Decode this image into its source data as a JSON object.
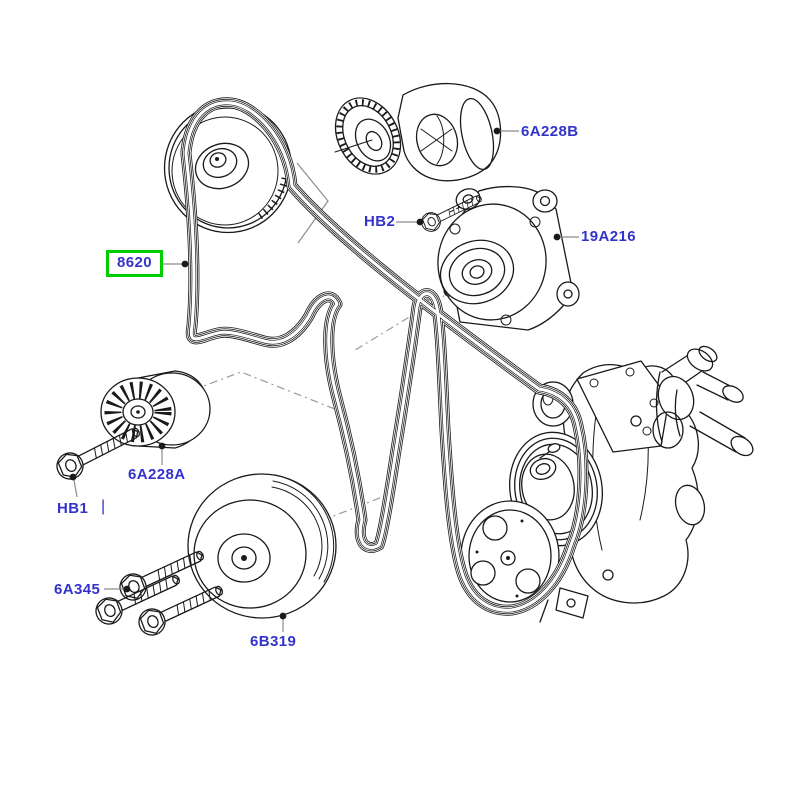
{
  "diagram": {
    "description": "Exploded parts diagram of an engine accessory drive belt system",
    "background_color": "#ffffff",
    "line_color": "#1a1a1a",
    "leader_color": "#8c8c8c",
    "label_color": "#3333cc",
    "highlight_box_color": "#00ce00"
  },
  "part_labels": [
    {
      "id": "6A228B",
      "text": "6A228B",
      "highlighted": false
    },
    {
      "id": "HB2",
      "text": "HB2",
      "highlighted": false
    },
    {
      "id": "19A216",
      "text": "19A216",
      "highlighted": false
    },
    {
      "id": "8620",
      "text": "8620",
      "highlighted": true
    },
    {
      "id": "6A228A",
      "text": "6A228A",
      "highlighted": false
    },
    {
      "id": "HB1",
      "text": "HB1",
      "highlighted": false
    },
    {
      "id": "6A345",
      "text": "6A345",
      "highlighted": false
    },
    {
      "id": "6B319",
      "text": "6B319",
      "highlighted": false
    }
  ],
  "cursor_glyph": "|"
}
